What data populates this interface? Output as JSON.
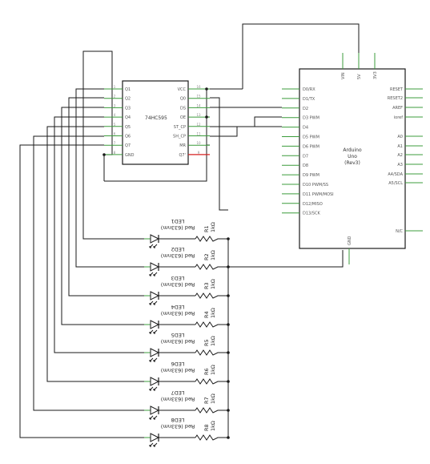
{
  "shift_register": {
    "name": "74HC595",
    "left_pins": [
      {
        "label": "Q1",
        "num": "1"
      },
      {
        "label": "Q2",
        "num": "2"
      },
      {
        "label": "Q3",
        "num": "3"
      },
      {
        "label": "Q4",
        "num": "4"
      },
      {
        "label": "Q5",
        "num": "5"
      },
      {
        "label": "Q6",
        "num": "6"
      },
      {
        "label": "Q7",
        "num": "7"
      },
      {
        "label": "GND",
        "num": "8"
      }
    ],
    "right_pins": [
      {
        "label": "VCC",
        "num": "16"
      },
      {
        "label": "Q0",
        "num": "15"
      },
      {
        "label": "DS",
        "num": "14"
      },
      {
        "label": "OE",
        "num": "13"
      },
      {
        "label": "ST_CP",
        "num": "12"
      },
      {
        "label": "SH_CP",
        "num": "11"
      },
      {
        "label": "MR",
        "num": "10"
      },
      {
        "label": "Q7'",
        "num": "9"
      }
    ]
  },
  "arduino": {
    "name_lines": [
      "Arduino",
      "Uno",
      "(Rev3)"
    ],
    "top_pins": [
      "VIN",
      "5V",
      "3V3"
    ],
    "left_pins": [
      "D0/RX",
      "D1/TX",
      "D2",
      "D3 PWM",
      "D4",
      "D5 PWM",
      "D6 PWM",
      "D7",
      "D8",
      "D9 PWM",
      "D10 PWM/SS",
      "D11 PWM/MOSI",
      "D12/MISO",
      "D13/SCK"
    ],
    "right_pins": [
      "RESET",
      "RESET2",
      "AREF",
      "ioref",
      "A0",
      "A1",
      "A2",
      "A3",
      "A4/SDA",
      "A5/SCL",
      "N/C"
    ],
    "bottom_pin": "GND"
  },
  "leds": [
    {
      "name": "LED1",
      "color": "Red (633nm)"
    },
    {
      "name": "LED2",
      "color": "Red (633nm)"
    },
    {
      "name": "LED3",
      "color": "Red (633nm)"
    },
    {
      "name": "LED4",
      "color": "Red (633nm)"
    },
    {
      "name": "LED5",
      "color": "Red (633nm)"
    },
    {
      "name": "LED6",
      "color": "Red (633nm)"
    },
    {
      "name": "LED7",
      "color": "Red (633nm)"
    },
    {
      "name": "LED8",
      "color": "Red (633nm)"
    }
  ],
  "resistors": [
    {
      "name": "R1",
      "value": "1kΩ"
    },
    {
      "name": "R2",
      "value": "1kΩ"
    },
    {
      "name": "R3",
      "value": "1kΩ"
    },
    {
      "name": "R4",
      "value": "1kΩ"
    },
    {
      "name": "R5",
      "value": "1kΩ"
    },
    {
      "name": "R6",
      "value": "1kΩ"
    },
    {
      "name": "R7",
      "value": "1kΩ"
    },
    {
      "name": "R8",
      "value": "1kΩ"
    }
  ],
  "colors": {
    "wire": "#1a1a1a",
    "pin_stub": "#3c9c3c",
    "highlight_pin": "#d62020"
  }
}
